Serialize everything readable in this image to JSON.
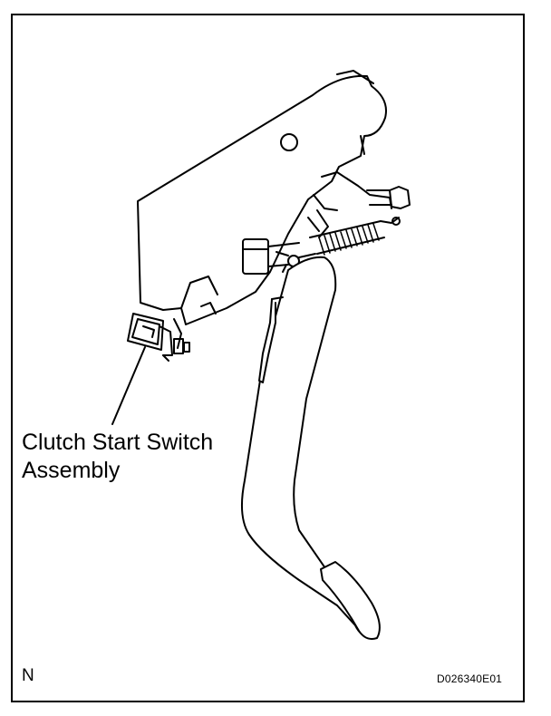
{
  "diagram": {
    "callout": {
      "line1": "Clutch Start Switch",
      "line2": "Assembly"
    },
    "corner_label": "N",
    "figure_code": "D026340E01"
  },
  "colors": {
    "ink": "#000000",
    "paper": "#ffffff"
  }
}
